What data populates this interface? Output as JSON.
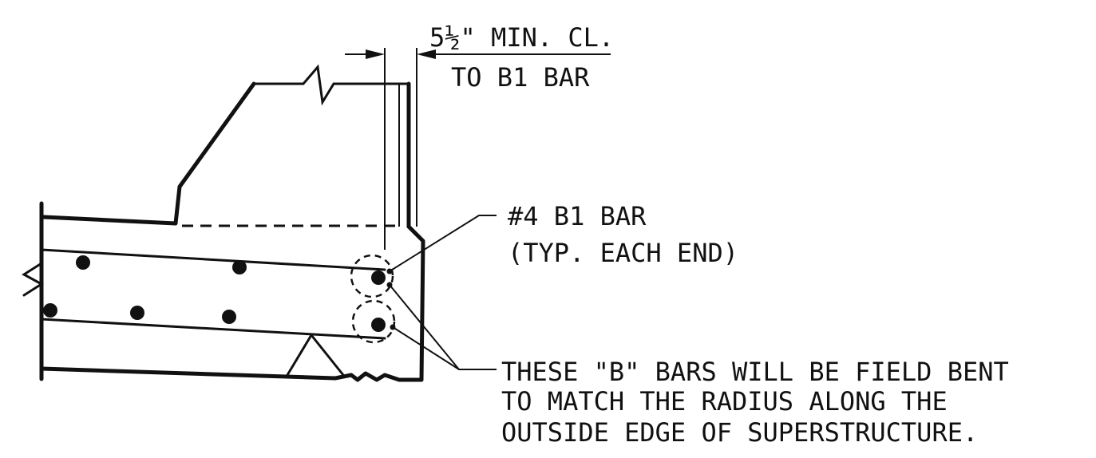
{
  "annotations": {
    "clearance": {
      "line1": "5½\" MIN. CL.",
      "line2": "TO B1 BAR"
    },
    "b1_bar": {
      "line1": "#4 B1 BAR",
      "line2": "(TYP. EACH END)"
    },
    "field_bent": {
      "line1": "THESE \"B\" BARS WILL BE FIELD BENT",
      "line2": "TO MATCH THE RADIUS ALONG THE",
      "line3": "OUTSIDE EDGE OF SUPERSTRUCTURE."
    }
  },
  "colors": {
    "ink": "#111111",
    "background": "#ffffff"
  }
}
